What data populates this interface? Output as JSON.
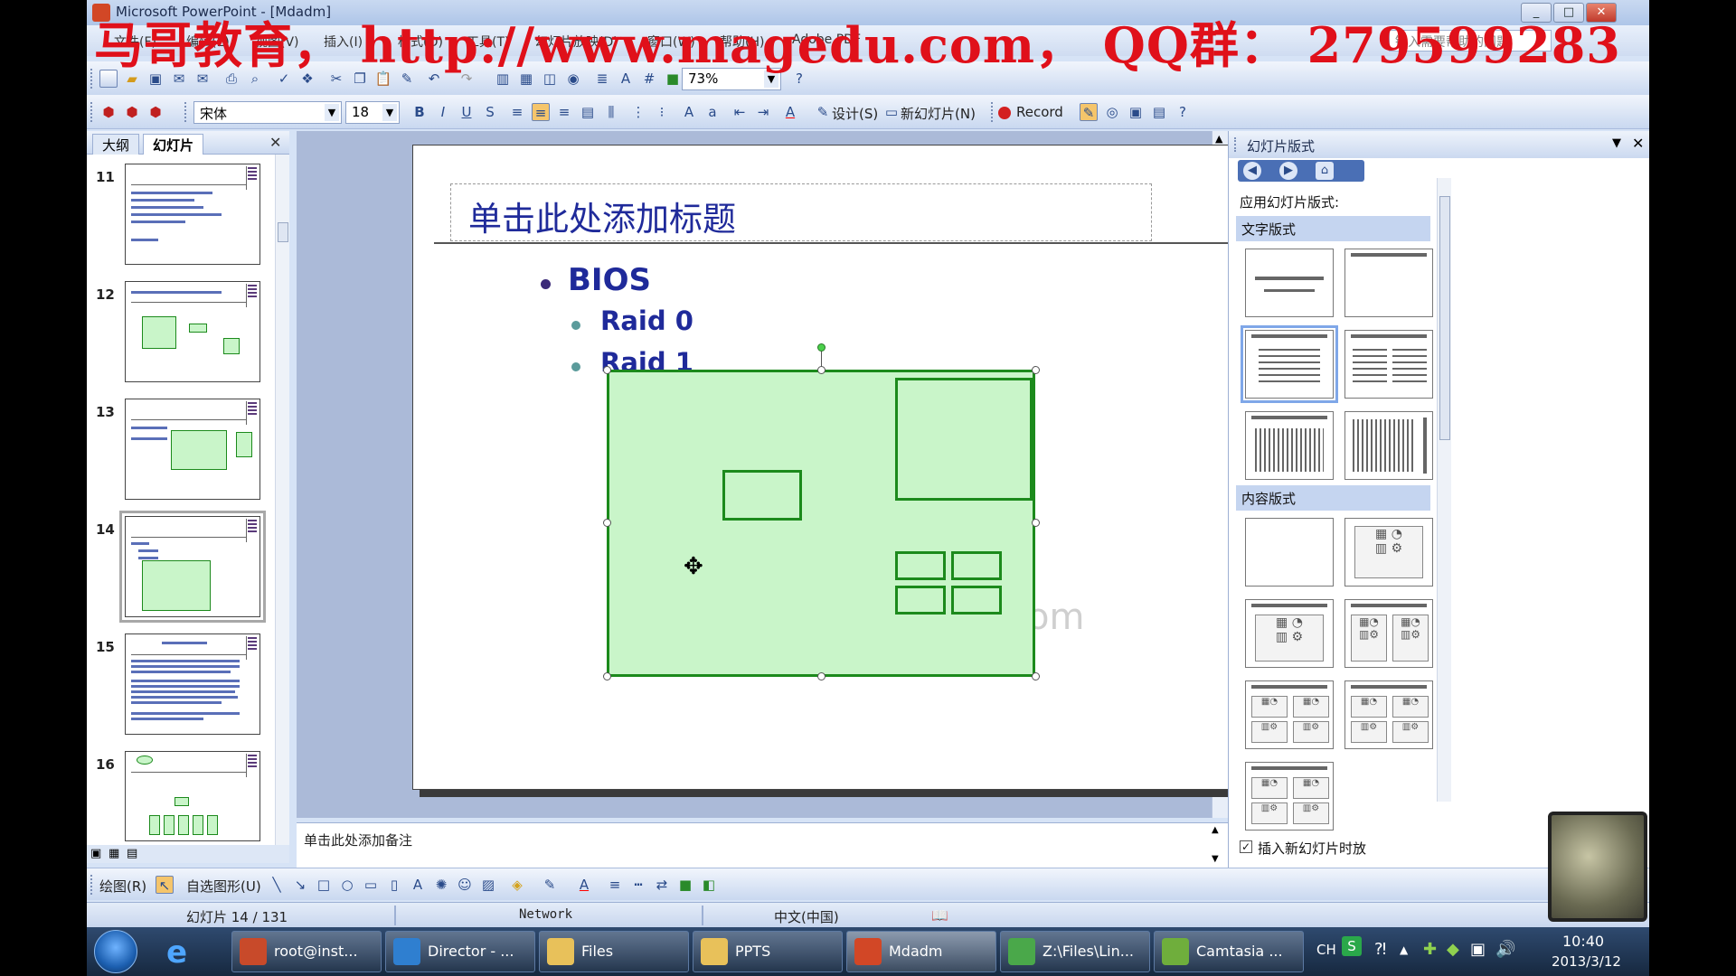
{
  "window": {
    "title": "Microsoft PowerPoint - [Mdadm]"
  },
  "watermark": {
    "text": "马哥教育， http://www.magedu.com， QQ群： 279599283"
  },
  "menu": {
    "items": [
      "文件(F)",
      "编辑(E)",
      "视图(V)",
      "插入(I)",
      "格式(O)",
      "工具(T)",
      "幻灯片放映(D)",
      "窗口(W)",
      "帮助(H)",
      "Adobe PDF"
    ],
    "help_placeholder": "键入需要帮助的问题"
  },
  "toolbar1": {
    "zoom": "73%"
  },
  "toolbar2": {
    "font": "宋体",
    "font_size": "18",
    "design_label": "设计(S)",
    "new_slide_label": "新幻灯片(N)",
    "record_label": "Record"
  },
  "left_panel": {
    "tabs": [
      "大纲",
      "幻灯片"
    ],
    "slides": [
      {
        "num": "11"
      },
      {
        "num": "12"
      },
      {
        "num": "13"
      },
      {
        "num": "14"
      },
      {
        "num": "15"
      },
      {
        "num": "16"
      }
    ]
  },
  "slide": {
    "title": "单击此处添加标题",
    "bullet1": "BIOS",
    "sub_bullets": [
      "Raid 0",
      "Raid 1"
    ],
    "faint_watermark": "om"
  },
  "notes": {
    "placeholder": "单击此处添加备注"
  },
  "task_pane": {
    "title": "幻灯片版式",
    "apply_label": "应用幻灯片版式:",
    "section_text": "文字版式",
    "section_content": "内容版式",
    "insert_label": "插入新幻灯片时放"
  },
  "draw_toolbar": {
    "draw_label": "绘图(R)",
    "autoshape_label": "自选图形(U)"
  },
  "status": {
    "slide_pos": "幻灯片 14 / 131",
    "template": "Network",
    "language": "中文(中国)"
  },
  "taskbar": {
    "items": [
      "root@inst...",
      "Director - ...",
      "Files",
      "PPTS",
      "Mdadm",
      "Z:\\Files\\Lin...",
      "Camtasia ..."
    ],
    "lang": "CH",
    "time": "10:40",
    "date": "2013/3/12"
  }
}
